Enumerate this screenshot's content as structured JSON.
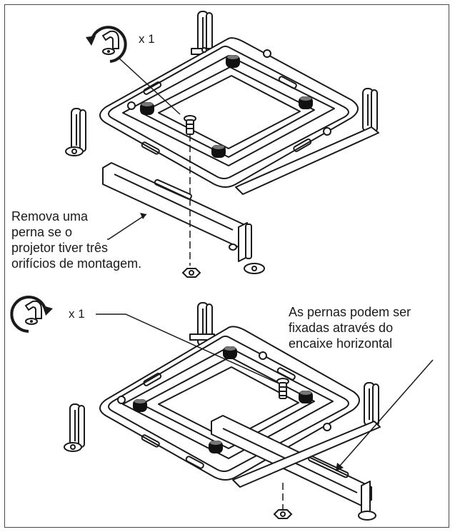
{
  "step1": {
    "quantity": "x 1",
    "note_lines": [
      "Remova uma",
      "perna se o",
      "projetor tiver três",
      "orifícios de montagem."
    ]
  },
  "step2": {
    "quantity": "x 1",
    "note_lines": [
      "As pernas podem ser",
      "fixadas através do",
      "encaixe horizontal"
    ]
  },
  "colors": {
    "line": "#1a1a1a",
    "frame": "#4a4a4a",
    "fill": "#ffffff",
    "dark": "#111111"
  },
  "icons": [
    "rotate-ccw-icon",
    "rotate-cw-icon"
  ]
}
